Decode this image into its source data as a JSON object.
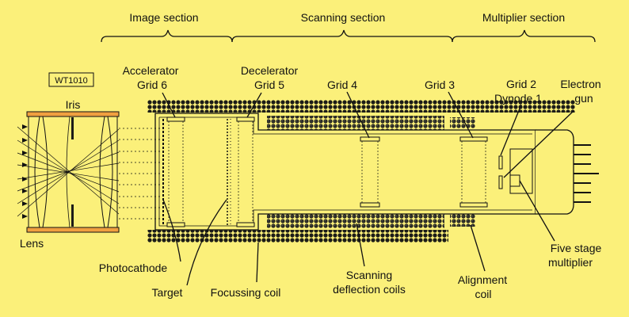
{
  "background_color": "#fbf07a",
  "coil_color": "#1c1c18",
  "lens_color": "#f0a040",
  "code": "WT1010",
  "sections": {
    "image": "Image section",
    "scanning": "Scanning section",
    "multiplier": "Multiplier section"
  },
  "labels": {
    "accelerator_line1": "Accelerator",
    "accelerator_line2": "Grid 6",
    "decelerator_line1": "Decelerator",
    "decelerator_line2": "Grid 5",
    "grid4": "Grid 4",
    "grid3": "Grid 3",
    "grid2_line1": "Grid 2",
    "grid2_line2": "Dynode 1",
    "electron_gun_line1": "Electron",
    "electron_gun_line2": "gun",
    "iris": "Iris",
    "lens": "Lens",
    "photocathode": "Photocathode",
    "target": "Target",
    "focussing_coil": "Focussing coil",
    "scanning_coils_line1": "Scanning",
    "scanning_coils_line2": "deflection coils",
    "alignment_line1": "Alignment",
    "alignment_line2": "coil",
    "multiplier_line1": "Five stage",
    "multiplier_line2": "multiplier"
  }
}
